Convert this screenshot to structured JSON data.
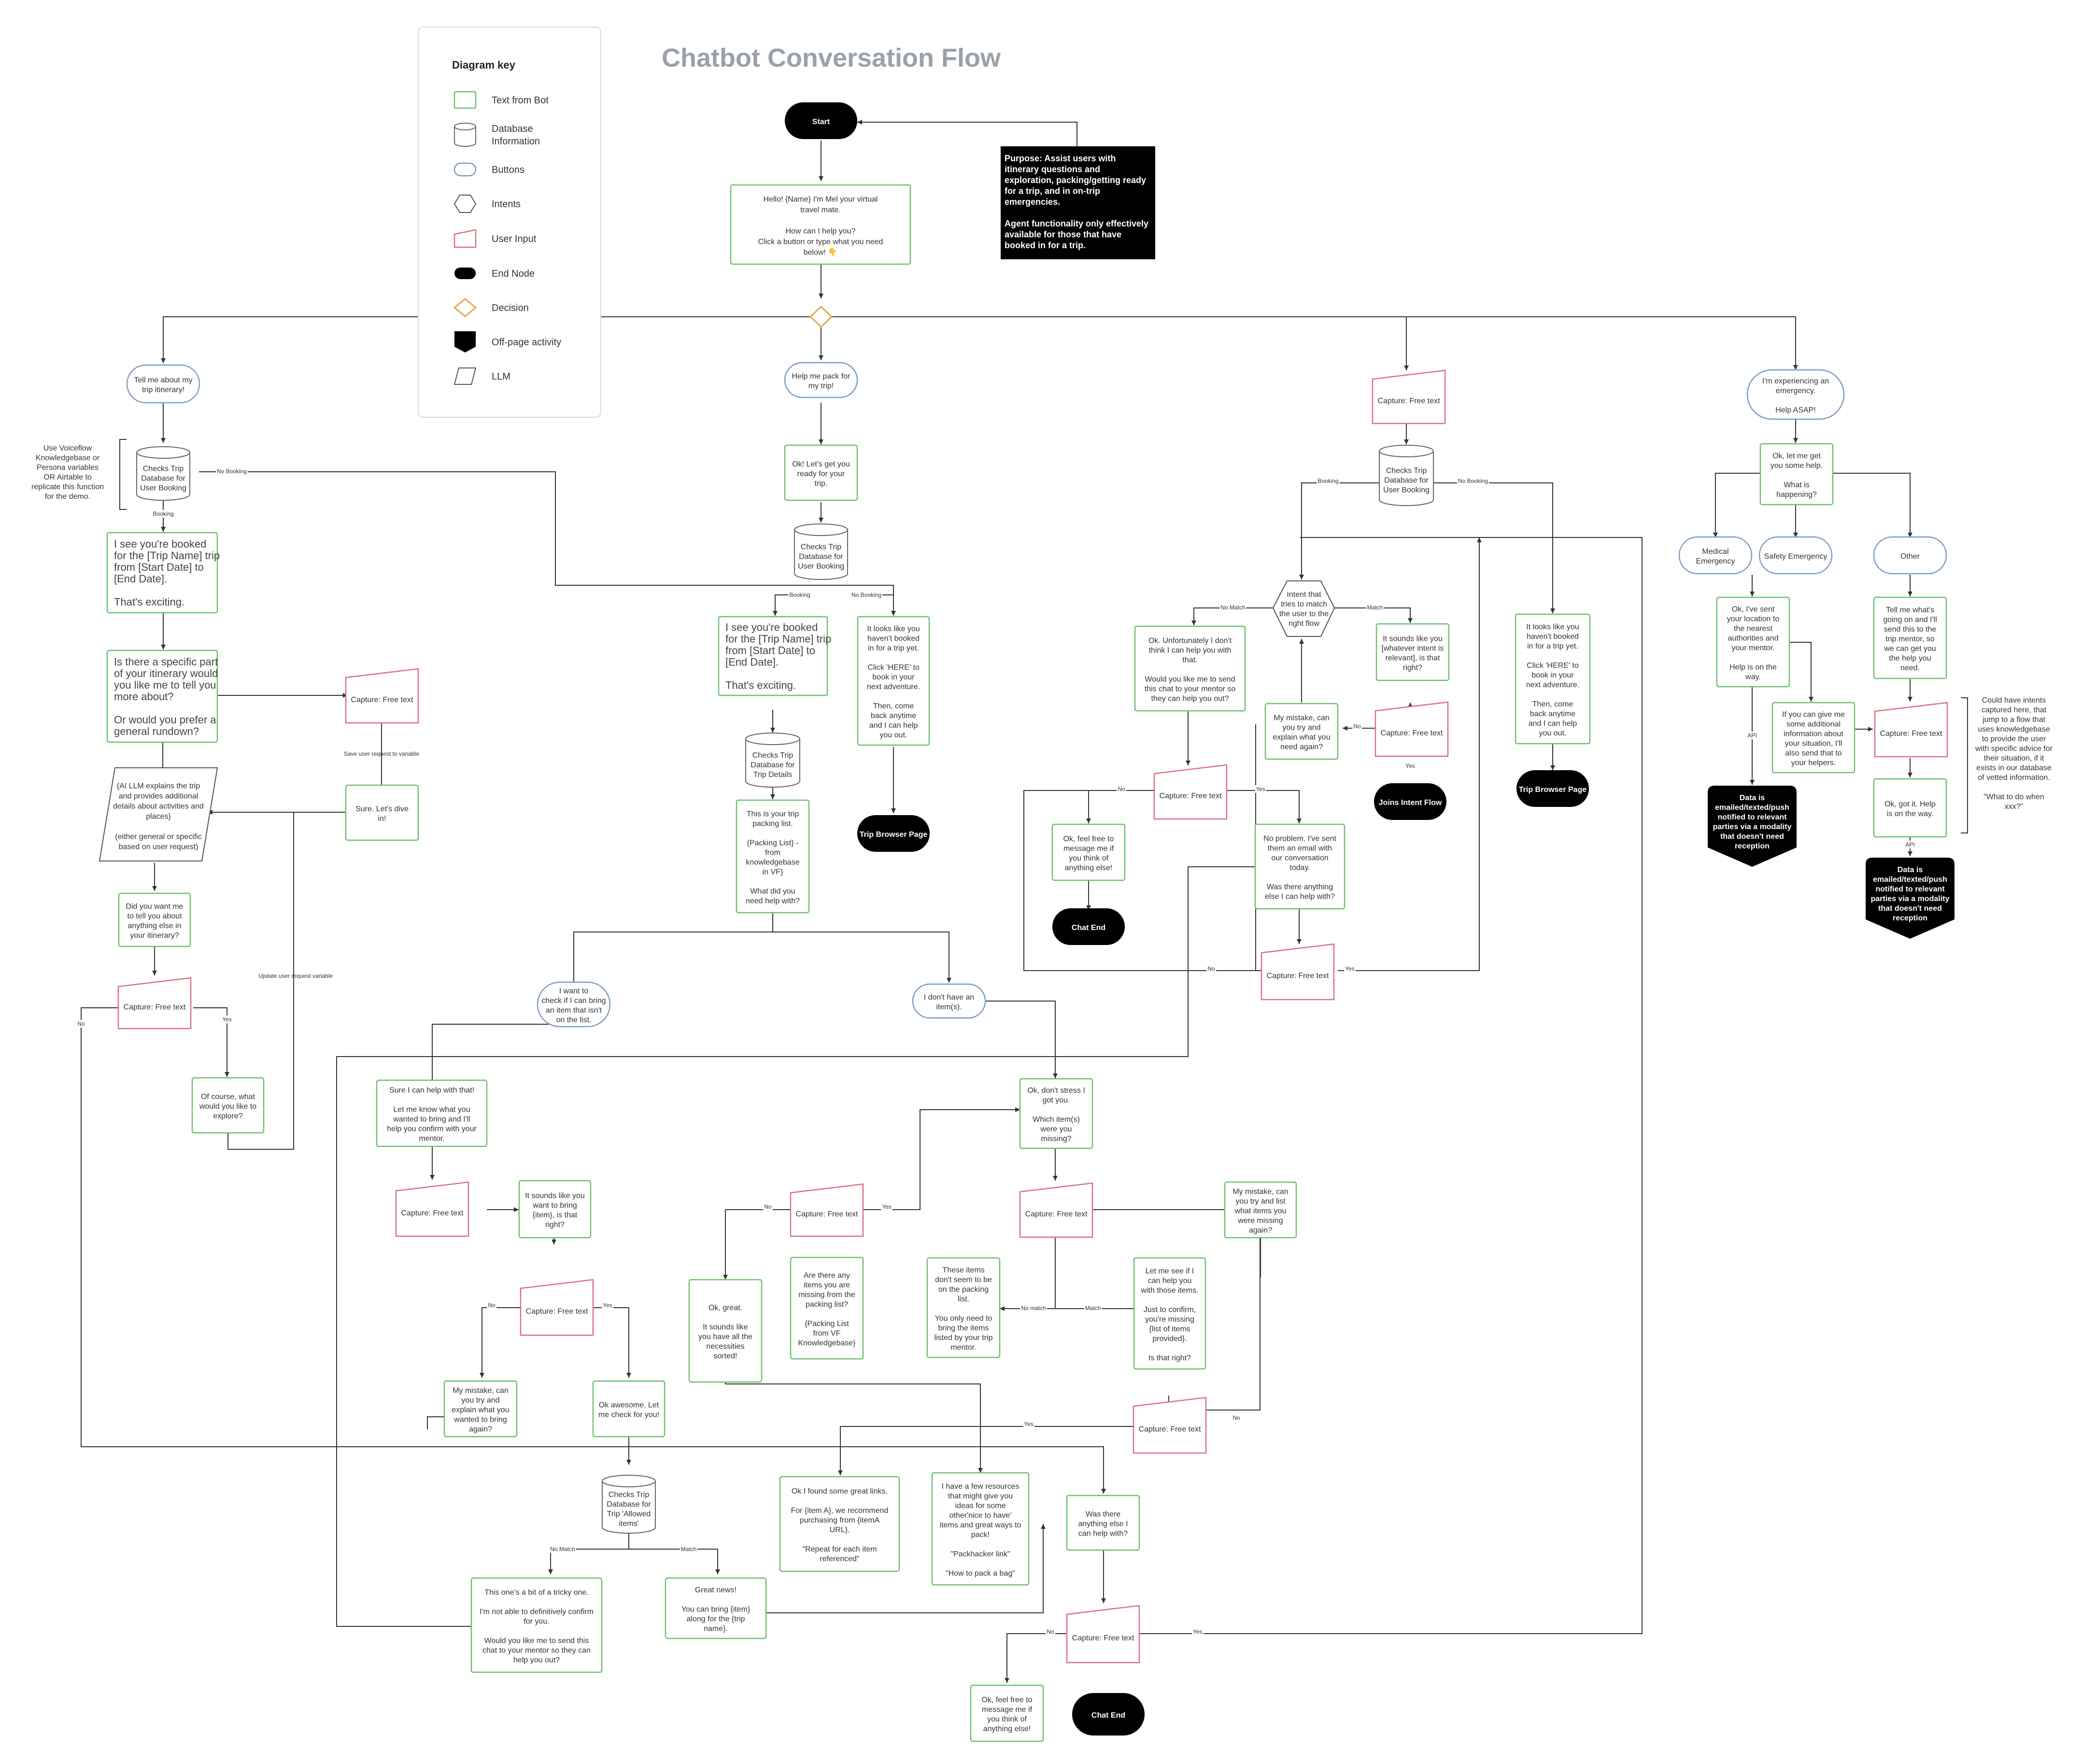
{
  "title": "Chatbot Conversation Flow",
  "key": {
    "heading": "Diagram key",
    "items": [
      "Text from Bot",
      [
        "Database",
        "Information"
      ],
      "Buttons",
      "Intents",
      "User Input",
      "End Node",
      "Decision",
      "Off-page activity",
      "LLM"
    ]
  },
  "colors": {
    "bot": "#6cc06e",
    "user_input": "#d9727c",
    "buttons": "#7e9dc6",
    "decision": "#e2a84b",
    "end": "#000000"
  },
  "purpose": [
    "Purpose: Assist users with",
    "itinerary questions and",
    "exploration, packing/getting ready",
    "for a trip, and in on-trip",
    "emergencies.",
    "",
    "Agent functionality only effectively",
    "available for those that have",
    "booked in for a trip."
  ],
  "nodes": {
    "start": [
      "Start"
    ],
    "greet": [
      "Hello! {Name} I'm Mel your virtual",
      "travel mate.",
      "",
      "How can I help you?",
      "Click a button or type what you need",
      "below! 👇"
    ],
    "btn_itin": [
      "Tell me about my",
      "trip itinerary!"
    ],
    "btn_pack": [
      "Help me pack for",
      "my trip!"
    ],
    "cap_top": [
      "Capture: Free text"
    ],
    "btn_emerg": [
      "I'm experiencing an",
      "emergency.",
      "",
      "Help ASAP!"
    ],
    "vf_note": [
      "Use Voiceflow",
      "Knowledgebase or",
      "Persona variables",
      "OR Airtable to",
      "replicate this function",
      "for the demo."
    ],
    "db_itin": [
      "Checks Trip",
      "Database for",
      "User Booking"
    ],
    "itin_booked": [
      "I see you're booked",
      "for the [Trip Name] trip",
      "from [Start Date] to",
      "[End Date].",
      "",
      "That's exciting."
    ],
    "itin_part": [
      "Is there a specific part",
      "of your itinerary would",
      "you like me to tell you",
      "more about?",
      "",
      "Or would you prefer a",
      "general rundown?"
    ],
    "cap_itin": [
      "Capture: Free text"
    ],
    "save_var": [
      "Save user request to variable"
    ],
    "dive_in": [
      "Sure. Let's dive",
      "in!"
    ],
    "llm_itin": [
      "{AI LLM explains the trip",
      "and provides additional",
      "details about activities and",
      "places}",
      "",
      "(either general or specific",
      "based on user request)"
    ],
    "tell_else": [
      "Did you want me",
      "to tell you about",
      "anything else in",
      "your itinerary?"
    ],
    "cap_itin2": [
      "Capture: Free text"
    ],
    "update_var": [
      "Update user request variable"
    ],
    "explore": [
      "Of course, what",
      "would you like to",
      "explore?"
    ],
    "pack_ready": [
      "Ok! Let's get you",
      "ready for your",
      "trip."
    ],
    "db_pack": [
      "Checks Trip",
      "Database for",
      "User Booking"
    ],
    "pack_booked": [
      "I see you're booked",
      "for the [Trip Name] trip",
      "from [Start Date] to",
      "[End Date].",
      "",
      "That's exciting."
    ],
    "pack_notbooked": [
      "It looks like you",
      "haven't booked",
      "in for a trip yet.",
      "",
      "Click 'HERE' to",
      "book in your",
      "next adventure.",
      "",
      "Then, come",
      "back anytime",
      "and I can help",
      "you out."
    ],
    "trip_browser1": [
      "Trip Browser Page"
    ],
    "db_details": [
      "Checks Trip",
      "Database for",
      "Trip Details"
    ],
    "pack_list": [
      "This is your trip",
      "packing list.",
      "",
      "{Packing List} -",
      "from",
      "knowledgebase",
      "in VF}",
      "",
      "What did you",
      "need help with?"
    ],
    "btn_check_item": [
      "I want to",
      "check if I can bring",
      "an item that isn't",
      "on the list."
    ],
    "btn_no_items": [
      "I don't have an",
      "item(s)."
    ],
    "help_item": [
      "Sure I can help with that!",
      "",
      "Let me know what you",
      "wanted to bring and I'll",
      "help you confirm with your",
      "mentor."
    ],
    "cap_item": [
      "Capture: Free text"
    ],
    "want_bring": [
      "It sounds like you",
      "want to bring",
      "{item}, is that",
      "right?"
    ],
    "cap_item2": [
      "Capture: Free text"
    ],
    "mistake_bring": [
      "My mistake, can",
      "you try and",
      "explain what you",
      "wanted to bring",
      "again?"
    ],
    "check_you": [
      "Ok awesome. Let",
      "me check for you!"
    ],
    "db_allowed": [
      "Checks Trip",
      "Database for",
      "Trip 'Allowed",
      "items'"
    ],
    "tricky": [
      "This one's a bit of a tricky one.",
      "",
      "I'm not able to definitively confirm",
      "for you.",
      "",
      "Would you like me to send this",
      "chat to your mentor so they can",
      "help you out?"
    ],
    "great_news": [
      "Great news!",
      "",
      "You can bring {item}",
      "along for the {trip",
      "name}."
    ],
    "dont_stress": [
      "Ok, don't stress I",
      "got you.",
      "",
      "Which item(s)",
      "were you",
      "missing?"
    ],
    "cap_missing": [
      "Capture: Free text"
    ],
    "mistake_missing": [
      "My mistake, can",
      "you try and list",
      "what items you",
      "were missing",
      "again?"
    ],
    "not_on_list": [
      "These items",
      "don't seem to be",
      "on the packing",
      "list.",
      "",
      "You only need to",
      "bring the items",
      "listed by your trip",
      "mentor."
    ],
    "let_me_see": [
      "Let me see if I",
      "can help you",
      "with those items.",
      "",
      "Just to confirm,",
      "you're missing",
      "{list of items",
      "provided}.",
      "",
      "Is that right?"
    ],
    "any_missing": [
      "Are there any",
      "items you are",
      "missing from the",
      "packing list?",
      "",
      "{Packing List",
      "from VF",
      "Knowledgebase}"
    ],
    "cap_anymissing": [
      "Capture: Free text"
    ],
    "ok_great": [
      "Ok, great.",
      "",
      "It sounds like",
      "you have all the",
      "necessities",
      "sorted!"
    ],
    "cap_confirm": [
      "Capture: Free text"
    ],
    "found_links": [
      "Ok I found some great links.",
      "",
      "For {item A}, we recommend",
      "purchasing from {itemA",
      "URL}.",
      "",
      "\"Repeat for each item",
      "referenced\""
    ],
    "few_resources": [
      "I have a few  resources",
      "that might give you",
      "ideas for  some",
      "other'nice to have'",
      "items and great ways to",
      "pack!",
      "",
      "\"Packhacker link\"",
      "",
      "\"How to pack a bag\""
    ],
    "anything_else": [
      "Was there",
      "anything else I",
      "can help with?"
    ],
    "cap_bottom": [
      "Capture: Free text"
    ],
    "msg_bottom": [
      "Ok, feel free to",
      "message me if",
      "you think of",
      "anything else!"
    ],
    "chat_end_bottom": [
      "Chat End"
    ],
    "db_mid": [
      "Checks Trip",
      "Database for",
      "User Booking"
    ],
    "intent_llm": [
      "Intent that",
      "tries to match",
      "the user to the",
      "right flow"
    ],
    "cant_help": [
      "Ok. Unfortunately I don't",
      "think I can help you with",
      "that.",
      "",
      "Would you like me to send",
      "this chat to your mentor so",
      "they can help you out?"
    ],
    "sounds_like": [
      "It sounds like you",
      "[whatever intent is",
      "relevant], is that",
      "right?"
    ],
    "mistake_mid": [
      "My mistake, can",
      "you try and",
      "explain what you",
      "need again?"
    ],
    "cap_mid_right": [
      "Capture: Free text"
    ],
    "joins_intent": [
      "Joins Intent Flow"
    ],
    "cap_mid_left": [
      "Capture: Free text"
    ],
    "msg_mid": [
      "Ok, feel free to",
      "message me if",
      "you think of",
      "anything else!"
    ],
    "chat_end_mid": [
      "Chat End"
    ],
    "sent_email": [
      "No problem. I've sent",
      "them an email with",
      "our conversation",
      "today.",
      "",
      "Was there anything",
      "else I can help with?"
    ],
    "cap_mid_bottom": [
      "Capture: Free text"
    ],
    "mid_notbooked": [
      "It looks like you",
      "haven't booked",
      "in for a trip yet.",
      "",
      "Click 'HERE' to",
      "book in your",
      "next adventure.",
      "",
      "Then, come",
      "back anytime",
      "and I can help",
      "you out."
    ],
    "trip_browser2": [
      "Trip Browser Page"
    ],
    "get_help": [
      "Ok, let me get",
      "you some help.",
      "",
      "What is",
      "happening?"
    ],
    "btn_medical": [
      "Medical",
      "Emergency"
    ],
    "btn_safety": [
      "Safety Emergency"
    ],
    "btn_other": [
      "Other"
    ],
    "sent_location": [
      "Ok, I've sent",
      "your location to",
      "the nearest",
      "authorities and",
      "your mentor.",
      "",
      "Help is on the",
      "way."
    ],
    "more_info": [
      "If you can give me",
      "some additional",
      "information about",
      "your situation, I'll",
      "also send that to",
      "your helpers."
    ],
    "tell_whats": [
      "Tell me what's",
      "going on and I'll",
      "send this to the",
      "trip mentor, so",
      "we can get you",
      "the help you",
      "need."
    ],
    "cap_emerg": [
      "Capture: Free text"
    ],
    "got_it": [
      "Ok, got it. Help",
      "is on the way."
    ],
    "offpage1": [
      "Data is",
      "emailed/texted/push",
      "notified to relevant",
      "parties via a modality",
      "that doesn't need",
      "reception"
    ],
    "offpage2": [
      "Data is",
      "emailed/texted/push",
      "notified to relevant",
      "parties via a modality",
      "that doesn't need",
      "reception"
    ],
    "note_right": [
      "Could have intents",
      "captured here, that",
      "jump to a flow that",
      "uses knowledgebase",
      "to  provide the user",
      "with specific advice for",
      "their  situation, if it",
      "exists in our database",
      "of vetted information.",
      "",
      "\"What to do when",
      "xxx?\""
    ]
  },
  "edge_labels": {
    "no_booking": "No Booking",
    "booking": "Booking",
    "yes": "Yes",
    "no": "No",
    "match": "Match",
    "no_match": "No Match",
    "no_match_lower": "No match",
    "api": "API"
  }
}
